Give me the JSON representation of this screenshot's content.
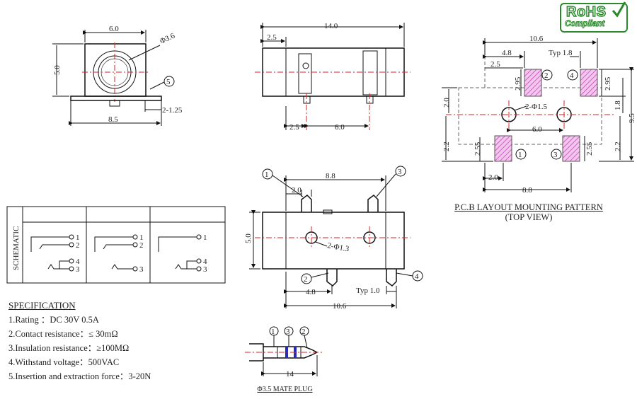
{
  "rohs": {
    "line1": "RoHS",
    "line2": "Compliant"
  },
  "front_view": {
    "w": "6.0",
    "h": "5.0",
    "dia": "Φ3.6",
    "base": "8.5",
    "pin": "2-1.25",
    "callout": "5"
  },
  "side_view": {
    "len": "14.0",
    "a": "2.5",
    "b": "2.5",
    "c": "6.0"
  },
  "pcb": {
    "d_top": "10.6",
    "d_48": "4.8",
    "d_typ": "Typ 1.8",
    "d_25": "2.5",
    "d_295a": "2.95",
    "d_295b": "2.95",
    "d_20": "2.0",
    "d_hole": "2-Φ1.5",
    "d_18": "1.8",
    "d_95": "9.5",
    "d_60": "6.0",
    "d_22a": "2.2",
    "d_255a": "2.55",
    "d_255b": "2.55",
    "d_22b": "2.2",
    "d_20b": "2.0",
    "d_88": "8.8",
    "pads": [
      "2",
      "4",
      "1",
      "3"
    ],
    "title": "P.C.B LAYOUT MOUNTING PATTERN",
    "subtitle": "(TOP VIEW)"
  },
  "bottom_view": {
    "d_88": "8.8",
    "d_20": "2.0",
    "d_50": "5.0",
    "d_hole": "2-Φ1.3",
    "d_48": "4.8",
    "d_typ": "Typ 1.0",
    "d_106": "10.6",
    "callouts": [
      "1",
      "3",
      "2",
      "4"
    ]
  },
  "schematic": {
    "label": "SCHEMATIC",
    "p1": "1",
    "p2": "2",
    "p3": "3",
    "p4": "4"
  },
  "spec": {
    "title": "SPECIFICATION",
    "items": [
      "1.Rating ：DC 30V 0.5A",
      "2.Contact resistance：≤ 30mΩ",
      "3.Insulation resistance：≥100MΩ",
      "4.Withstand voltage：500VAC",
      "5.Insertion and extraction force：3-20N"
    ]
  },
  "plug": {
    "d_14": "14",
    "callouts": [
      "1",
      "3",
      "2"
    ],
    "title": "Φ3.5 MATE PLUG"
  }
}
